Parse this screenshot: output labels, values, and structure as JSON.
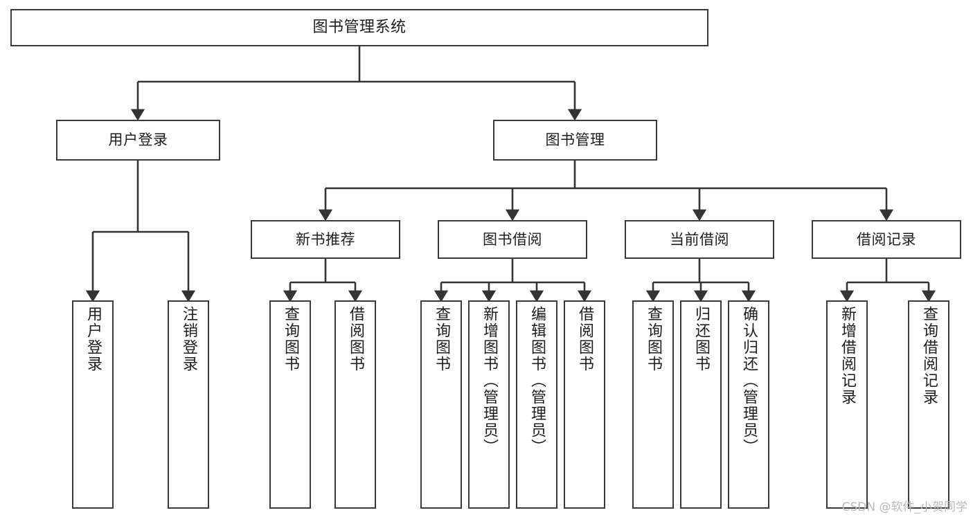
{
  "diagram": {
    "type": "tree",
    "title": "图书管理系统",
    "theme": {
      "background": "#ffffff",
      "box_border": "#3a3a3a",
      "box_fill": "#ffffff",
      "edge_color": "#333333",
      "text_color": "#1d1d1d",
      "watermark_color": "#b9b9b9"
    },
    "nodes": {
      "root": {
        "label": "图书管理系统"
      },
      "level2": [
        {
          "label": "用户登录"
        },
        {
          "label": "图书管理"
        }
      ],
      "level3": [
        {
          "label": "新书推荐"
        },
        {
          "label": "图书借阅"
        },
        {
          "label": "当前借阅"
        },
        {
          "label": "借阅记录"
        }
      ],
      "leaves": {
        "user_login": [
          {
            "label": "用户登录"
          },
          {
            "label": "注销登录"
          }
        ],
        "new_book_recommend": [
          {
            "label": "查询图书"
          },
          {
            "label": "借阅图书"
          }
        ],
        "book_borrow": [
          {
            "label": "查询图书"
          },
          {
            "label": "新增图书（管理员）"
          },
          {
            "label": "编辑图书（管理员）"
          },
          {
            "label": "借阅图书"
          }
        ],
        "current_borrow": [
          {
            "label": "查询图书"
          },
          {
            "label": "归还图书"
          },
          {
            "label": "确认归还（管理员）"
          }
        ],
        "borrow_records": [
          {
            "label": "新增借阅记录"
          },
          {
            "label": "查询借阅记录"
          }
        ]
      }
    },
    "watermark": "CSDN @软件_小贺同学"
  }
}
